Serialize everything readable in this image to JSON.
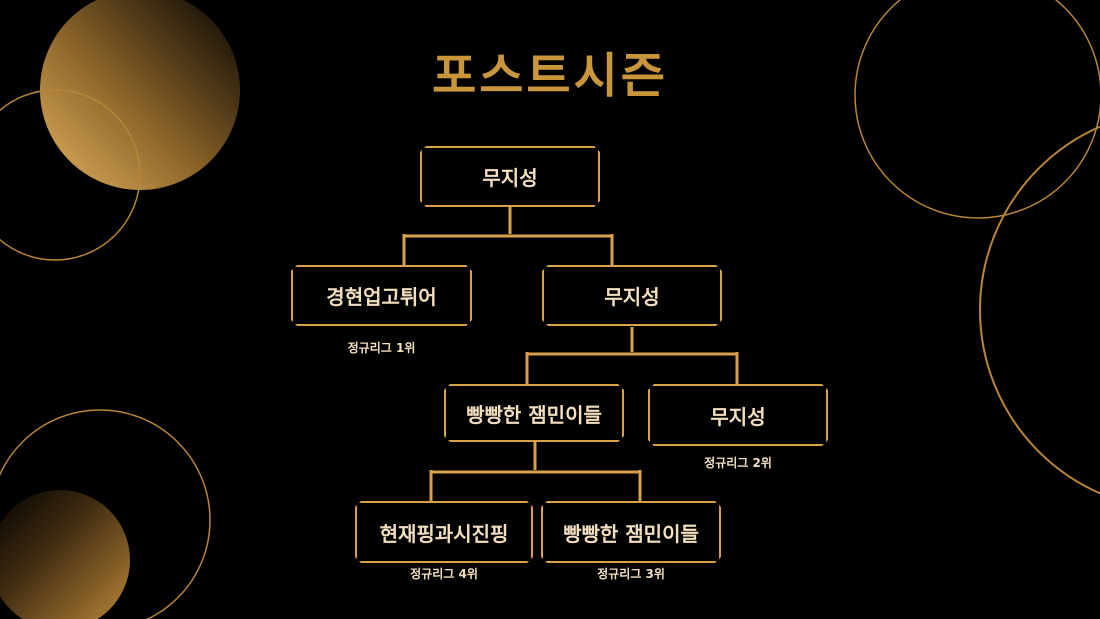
{
  "title": "포스트시즌",
  "colors": {
    "gold": "#d9a24a",
    "text": "#f3dfbf",
    "background": "#000000"
  },
  "bracket": {
    "final_winner": {
      "team": "무지성"
    },
    "semifinal_left": {
      "team": "경현업고튀어",
      "rank": "정규리그 1위"
    },
    "semifinal_right": {
      "team": "무지성"
    },
    "quarter_left": {
      "team": "빵빵한 잼민이들"
    },
    "quarter_right": {
      "team": "무지성",
      "rank": "정규리그 2위"
    },
    "wildcard_left": {
      "team": "현재핑과시진핑",
      "rank": "정규리그 4위"
    },
    "wildcard_right": {
      "team": "빵빵한 잼민이들",
      "rank": "정규리그 3위"
    }
  }
}
